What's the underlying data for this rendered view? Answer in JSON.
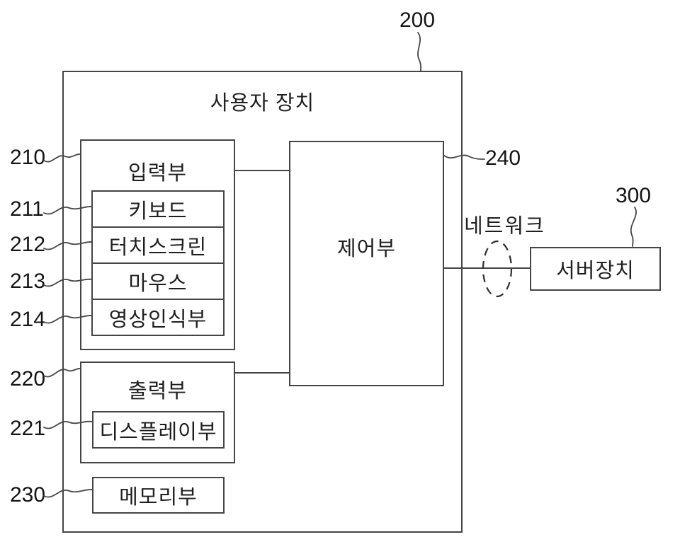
{
  "figure": {
    "background": "#ffffff",
    "line_color": "#454545",
    "text_color": "#1f1f1f"
  },
  "user_device": {
    "ref": "200",
    "label": "사용자 장치",
    "input_unit": {
      "ref": "210",
      "label": "입력부",
      "children": [
        {
          "ref": "211",
          "label": "키보드"
        },
        {
          "ref": "212",
          "label": "터치스크린"
        },
        {
          "ref": "213",
          "label": "마우스"
        },
        {
          "ref": "214",
          "label": "영상인식부"
        }
      ]
    },
    "control_unit": {
      "ref": "240",
      "label": "제어부"
    },
    "output_unit": {
      "ref": "220",
      "label": "출력부",
      "children": [
        {
          "ref": "221",
          "label": "디스플레이부"
        }
      ]
    },
    "memory_unit": {
      "ref": "230",
      "label": "메모리부"
    }
  },
  "network": {
    "label": "네트워크"
  },
  "server_device": {
    "ref": "300",
    "label": "서버장치"
  }
}
